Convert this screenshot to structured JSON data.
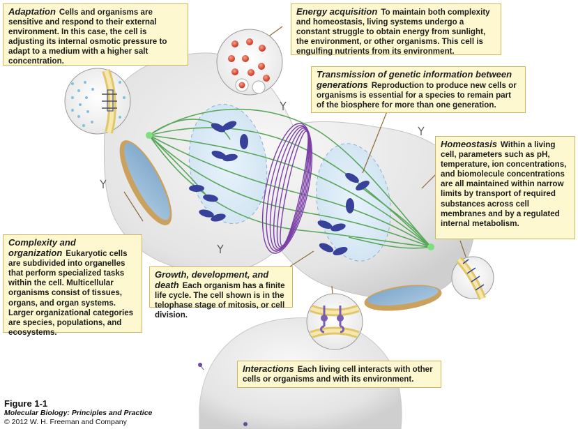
{
  "callouts": {
    "adaptation": {
      "title": "Adaptation",
      "body": "Cells and organisms are sensitive and respond to their external environment. In this case, the cell is adjusting its internal osmotic pressure to adapt to a medium with a higher salt concentration."
    },
    "energy": {
      "title": "Energy acquisition",
      "body": "To maintain both complexity and homeostasis, living systems undergo a constant struggle to obtain energy from sunlight, the environment, or other organisms. This cell is engulfing nutrients from its environment."
    },
    "transmission": {
      "title": "Transmission of genetic information between generations",
      "body": "Reproduction to produce new cells or organisms is essential for a species to remain part of the biosphere for more than one generation."
    },
    "homeostasis": {
      "title": "Homeostasis",
      "body": "Within a living cell, parameters such as pH, temperature, ion concentrations, and biomolecule concentrations are all maintained within narrow limits by transport of required substances across cell membranes and by a regulated internal metabolism."
    },
    "complexity": {
      "title": "Complexity and organization",
      "body": "Eukaryotic cells are subdivided into organelles that perform specialized tasks within the cell. Multicellular organisms consist of tissues, organs, and organ systems. Larger organizational categories are species, populations, and ecosystems."
    },
    "growth": {
      "title": "Growth, development, and death",
      "body": "Each organism has a finite life cycle. The cell shown is in the telophase stage of mitosis, or cell division."
    },
    "interactions": {
      "title": "Interactions",
      "body": "Each living cell interacts with other cells or organisms and with its environment."
    }
  },
  "caption": {
    "figure": "Figure 1-1",
    "book": "Molecular Biology: Principles and Practice",
    "copyright": "© 2012 W. H. Freeman and Company"
  },
  "colors": {
    "callout_fill": "#fdf8cf",
    "callout_border": "#cdb561",
    "cell_fill": "#e6e6e6",
    "spindle": "#58a75a",
    "contractile_ring": "#7a3ea6",
    "chromosome": "#38419a",
    "mitochondrion": "#caa15d"
  }
}
